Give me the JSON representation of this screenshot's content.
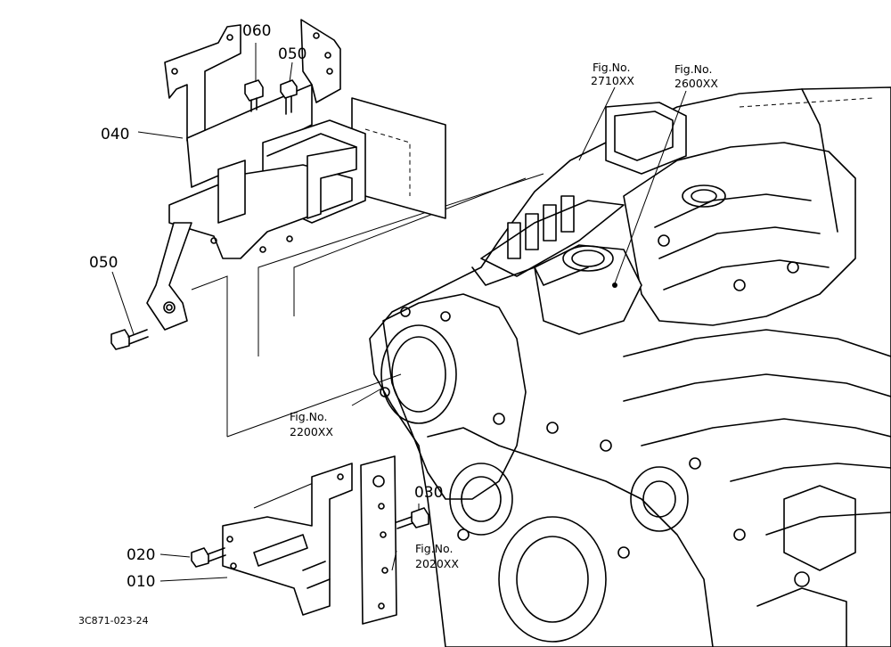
{
  "callouts": {
    "part_060": "060",
    "part_050_top": "050",
    "part_040": "040",
    "part_050_left": "050",
    "part_030": "030",
    "part_020": "020",
    "part_010": "010"
  },
  "fig_refs": {
    "fig_2710": {
      "line1": "Fig.No.",
      "line2": "2710XX"
    },
    "fig_2600": {
      "line1": "Fig.No.",
      "line2": "2600XX"
    },
    "fig_2200": {
      "line1": "Fig.No.",
      "line2": "2200XX"
    },
    "fig_2020": {
      "line1": "Fig.No.",
      "line2": "2020XX"
    }
  },
  "drawing_code": "3C871-023-24"
}
